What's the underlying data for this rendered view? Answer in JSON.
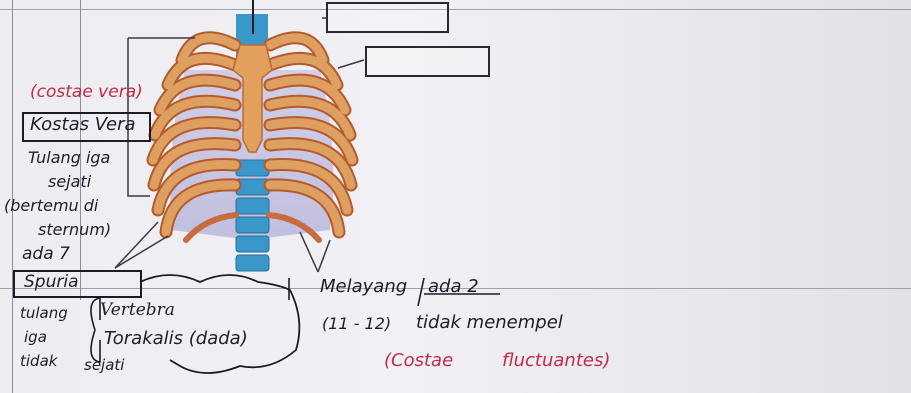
{
  "notes": {
    "costae_vera_pink": "(costae vera)",
    "kostas_vera": "Kostas Vera",
    "tulang_iga": "Tulang iga",
    "sejati": "sejati",
    "bertemu_di": "(bertemu di",
    "sternum": "sternum)",
    "ada_7": "ada 7",
    "spuria": "Spuria",
    "tulang": "tulang",
    "iga": "iga",
    "tidak": "tidak",
    "sejati2": "sejati",
    "vertebra": "Vertebra",
    "torakalis": "Torakalis (dada)",
    "melayang": "Melayang",
    "ada_2": "ada 2",
    "range": "(11 - 12)",
    "tidak_menempel": "tidak menempel",
    "costae_paren": "(Costae",
    "fluctuantes": "fluctuantes)"
  },
  "colors": {
    "rib": "#dea061",
    "rib_outline": "#b55a2e",
    "cartilage": "#a6a4d4",
    "spine": "#3a97c9",
    "pink_ink": "#c32a4a"
  }
}
